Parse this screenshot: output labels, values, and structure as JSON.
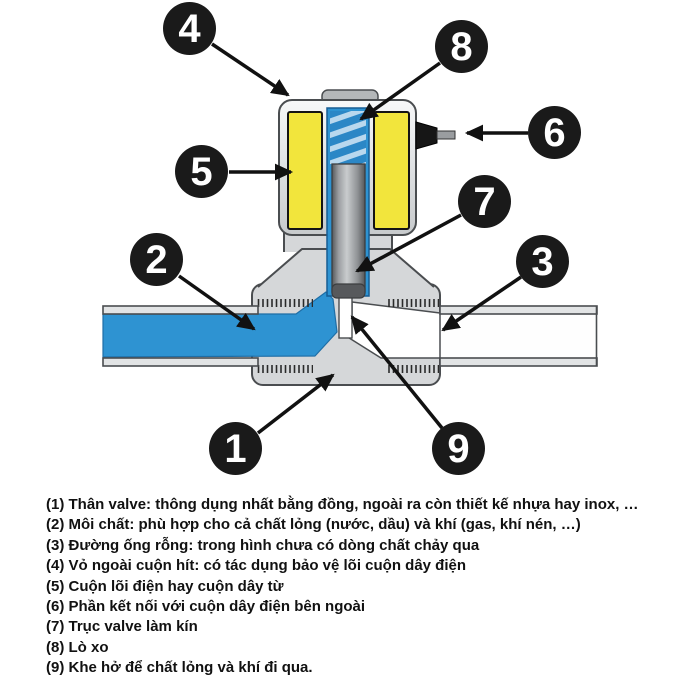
{
  "diagram": {
    "title_hint": "solenoid-valve-cross-section",
    "callouts": [
      {
        "label": "1"
      },
      {
        "label": "2"
      },
      {
        "label": "3"
      },
      {
        "label": "4"
      },
      {
        "label": "5"
      },
      {
        "label": "6"
      },
      {
        "label": "7"
      },
      {
        "label": "8"
      },
      {
        "label": "9"
      }
    ]
  },
  "legend": {
    "items": [
      "(1) Thân valve: thông dụng nhất bằng đồng, ngoài ra còn thiết kế nhựa hay inox, …",
      "(2) Môi chất: phù hợp cho cả chất lỏng (nước, dầu) và khí (gas, khí nén, …)",
      "(3) Đường ống rỗng: trong hình chưa có dòng chất chảy qua",
      "(4) Vỏ ngoài cuộn hít: có tác dụng bảo vệ lõi cuộn dây điện",
      "(5) Cuộn lõi điện hay cuộn dây từ",
      "(6) Phần kết nối với cuộn dây điện bên ngoài",
      "(7) Trục valve làm kín",
      "(8) Lò xo",
      "(9) Khe hở để chất lỏng và khí đi qua."
    ]
  },
  "colors": {
    "fluid_blue": "#2e93d2",
    "spring_blue": "#2b87c6",
    "spring_stripe": "#b9d8ee",
    "coil_yellow": "#f2e53c",
    "body_gray": "#d5d7d9",
    "outline_gray": "#4a4d50",
    "callout_bg": "#1a1a1a",
    "callout_text": "#ffffff",
    "arrow_black": "#111111"
  }
}
